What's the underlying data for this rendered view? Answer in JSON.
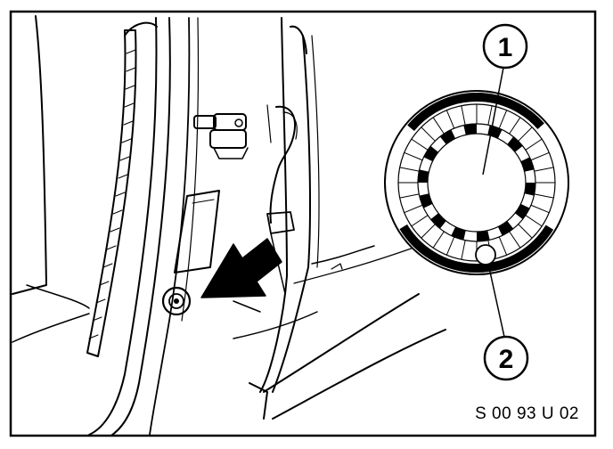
{
  "callouts": {
    "one": "1",
    "two": "2"
  },
  "figure_code": "S 00 93 U 02",
  "colors": {
    "ink": "#000000",
    "paper": "#ffffff"
  }
}
